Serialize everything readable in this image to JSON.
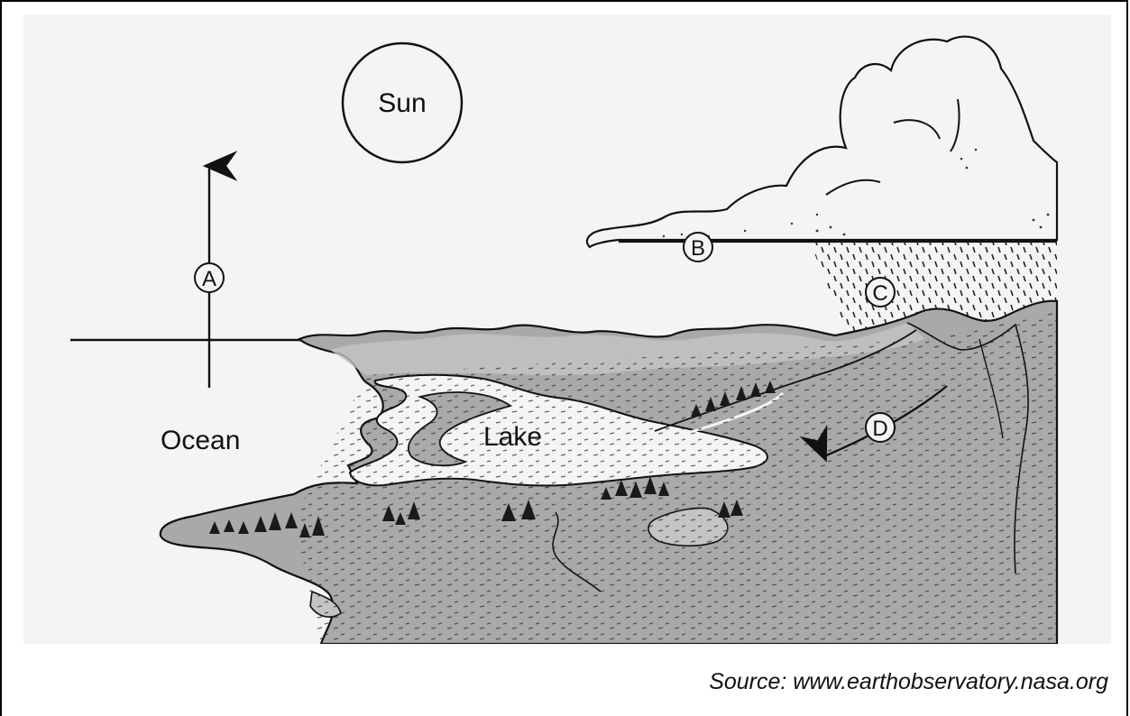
{
  "diagram": {
    "labels": {
      "sun": "Sun",
      "ocean": "Ocean",
      "lake": "Lake",
      "point_a": "A",
      "point_b": "B",
      "point_c": "C",
      "point_d": "D"
    },
    "source": "Source: www.earthobservatory.nasa.org"
  },
  "colors": {
    "background": "#ffffff",
    "paper": "#f4f4f4",
    "land": "#a9a9a9",
    "land_light": "#c4c4c4",
    "ink": "#111111",
    "lake": "#f4f4f4"
  }
}
